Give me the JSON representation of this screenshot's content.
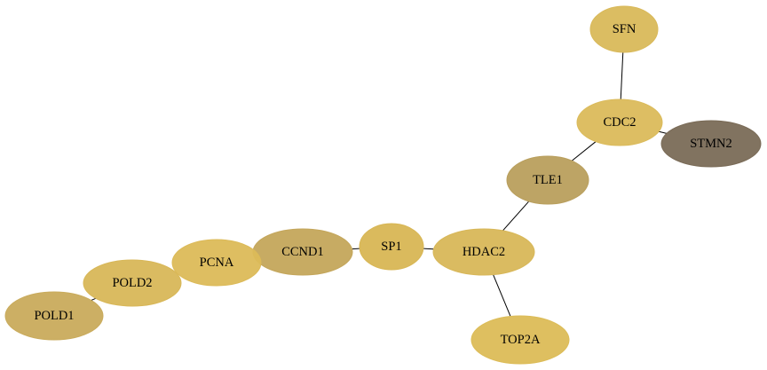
{
  "graph": {
    "nodes": [
      {
        "id": "SFN",
        "label": "SFN",
        "color": "#d9b95a"
      },
      {
        "id": "CDC2",
        "label": "CDC2",
        "color": "#dbbb5b"
      },
      {
        "id": "STMN2",
        "label": "STMN2",
        "color": "#7a6b57"
      },
      {
        "id": "TLE1",
        "label": "TLE1",
        "color": "#b99f5d"
      },
      {
        "id": "HDAC2",
        "label": "HDAC2",
        "color": "#d8b758"
      },
      {
        "id": "SP1",
        "label": "SP1",
        "color": "#d8b654"
      },
      {
        "id": "CCND1",
        "label": "CCND1",
        "color": "#c4a65b"
      },
      {
        "id": "PCNA",
        "label": "PCNA",
        "color": "#dcba58"
      },
      {
        "id": "POLD2",
        "label": "POLD2",
        "color": "#d8b758"
      },
      {
        "id": "POLD1",
        "label": "POLD1",
        "color": "#c9ab5c"
      },
      {
        "id": "TOP2A",
        "label": "TOP2A",
        "color": "#dcbc57"
      }
    ],
    "edges": [
      {
        "source": "SFN",
        "target": "CDC2"
      },
      {
        "source": "CDC2",
        "target": "STMN2"
      },
      {
        "source": "CDC2",
        "target": "TLE1"
      },
      {
        "source": "TLE1",
        "target": "HDAC2"
      },
      {
        "source": "HDAC2",
        "target": "SP1"
      },
      {
        "source": "HDAC2",
        "target": "TOP2A"
      },
      {
        "source": "SP1",
        "target": "CCND1"
      },
      {
        "source": "CCND1",
        "target": "PCNA"
      },
      {
        "source": "PCNA",
        "target": "POLD2"
      },
      {
        "source": "POLD2",
        "target": "POLD1"
      }
    ]
  }
}
